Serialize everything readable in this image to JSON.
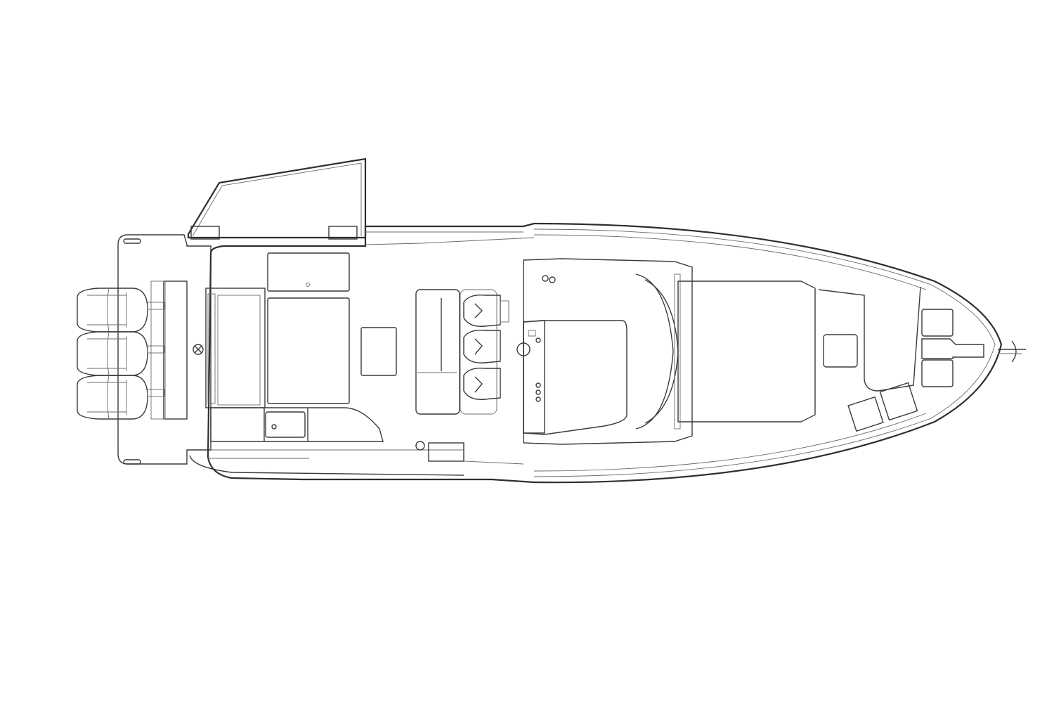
{
  "drawing": {
    "type": "boat deck plan (top view)",
    "orientation": "bow-right",
    "colors": {
      "background": "#ffffff",
      "deck": "#f1eee9",
      "teak_line": "#d9d4cc",
      "line": "#3a3a3a",
      "console": "#c9c9c9",
      "console_dark": "#9a9a9a",
      "seat": "#e2e2e2",
      "white_panel": "#fafafa"
    },
    "components": [
      {
        "id": "outboard-engines",
        "label": "Triple outboard engines",
        "count": 3
      },
      {
        "id": "swim-platform",
        "label": "Swim platform"
      },
      {
        "id": "fold-down-bulwark",
        "label": "Fold-down side terrace"
      },
      {
        "id": "aft-sunpad",
        "label": "Aft sun pad"
      },
      {
        "id": "aft-bench",
        "label": "Aft bench seat"
      },
      {
        "id": "wet-bar",
        "label": "Galley / wet bar"
      },
      {
        "id": "helm-seats",
        "label": "Helm seats",
        "count": 3
      },
      {
        "id": "leaning-post",
        "label": "Leaning post"
      },
      {
        "id": "helm-console",
        "label": "Center console / helm"
      },
      {
        "id": "steering-wheel",
        "label": "Steering wheel"
      },
      {
        "id": "windshield",
        "label": "Windshield"
      },
      {
        "id": "foredeck-sunpad",
        "label": "Forward sun pad"
      },
      {
        "id": "bow-seating",
        "label": "Bow seating"
      },
      {
        "id": "anchor-locker",
        "label": "Anchor locker"
      },
      {
        "id": "anchor",
        "label": "Anchor"
      }
    ]
  }
}
